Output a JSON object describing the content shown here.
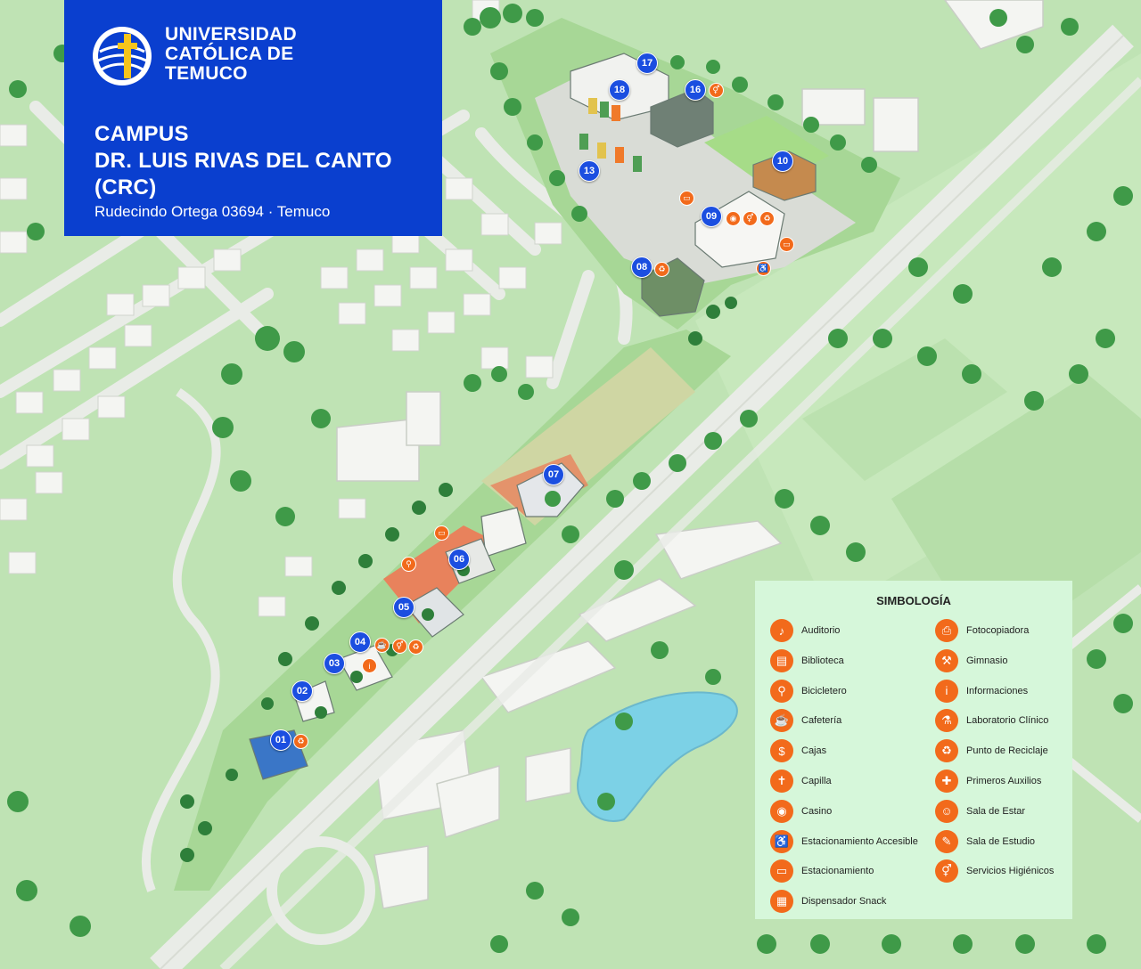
{
  "header": {
    "university_line1": "UNIVERSIDAD",
    "university_line2": "CATÓLICA DE",
    "university_line3": "TEMUCO",
    "campus_line1": "CAMPUS",
    "campus_line2": "DR. LUIS RIVAS DEL CANTO",
    "campus_line3": "(CRC)",
    "address": "Rudecindo Ortega 03694 · Temuco"
  },
  "colors": {
    "header_blue": "#0a3fcf",
    "marker_blue": "#1b4ee0",
    "poi_orange": "#f26a1b",
    "legend_bg": "#d6f7da",
    "grass": "#bfe3b4",
    "road": "#e9ece7"
  },
  "markers": [
    {
      "label": "01"
    },
    {
      "label": "02"
    },
    {
      "label": "03"
    },
    {
      "label": "04"
    },
    {
      "label": "05"
    },
    {
      "label": "06"
    },
    {
      "label": "07"
    },
    {
      "label": "08"
    },
    {
      "label": "09"
    },
    {
      "label": "10"
    },
    {
      "label": "13"
    },
    {
      "label": "16"
    },
    {
      "label": "17"
    },
    {
      "label": "18"
    }
  ],
  "legend": {
    "title": "SIMBOLOGÍA",
    "items": [
      {
        "label": "Auditorio",
        "icon": "auditorium-icon",
        "glyph": "♪"
      },
      {
        "label": "Biblioteca",
        "icon": "library-icon",
        "glyph": "▤"
      },
      {
        "label": "Bicicletero",
        "icon": "bicycle-icon",
        "glyph": "⚲"
      },
      {
        "label": "Cafetería",
        "icon": "coffee-icon",
        "glyph": "☕"
      },
      {
        "label": "Cajas",
        "icon": "cashier-icon",
        "glyph": "$"
      },
      {
        "label": "Capilla",
        "icon": "chapel-icon",
        "glyph": "✝"
      },
      {
        "label": "Casino",
        "icon": "dining-icon",
        "glyph": "◉"
      },
      {
        "label": "Estacionamiento Accesible",
        "icon": "accessible-parking-icon",
        "glyph": "♿"
      },
      {
        "label": "Estacionamiento",
        "icon": "parking-icon",
        "glyph": "▭"
      },
      {
        "label": "Dispensador Snack",
        "icon": "snack-dispenser-icon",
        "glyph": "▦"
      },
      {
        "label": "Fotocopiadora",
        "icon": "photocopier-icon",
        "glyph": "⎙"
      },
      {
        "label": "Gimnasio",
        "icon": "gym-icon",
        "glyph": "⚒"
      },
      {
        "label": "Informaciones",
        "icon": "info-icon",
        "glyph": "i"
      },
      {
        "label": "Laboratorio Clínico",
        "icon": "lab-icon",
        "glyph": "⚗"
      },
      {
        "label": "Punto de Reciclaje",
        "icon": "recycling-icon",
        "glyph": "♻"
      },
      {
        "label": "Primeros Auxilios",
        "icon": "first-aid-icon",
        "glyph": "✚"
      },
      {
        "label": "Sala de Estar",
        "icon": "lounge-icon",
        "glyph": "☺"
      },
      {
        "label": "Sala de Estudio",
        "icon": "study-room-icon",
        "glyph": "✎"
      },
      {
        "label": "Servicios Higiénicos",
        "icon": "restroom-icon",
        "glyph": "⚥"
      }
    ]
  }
}
